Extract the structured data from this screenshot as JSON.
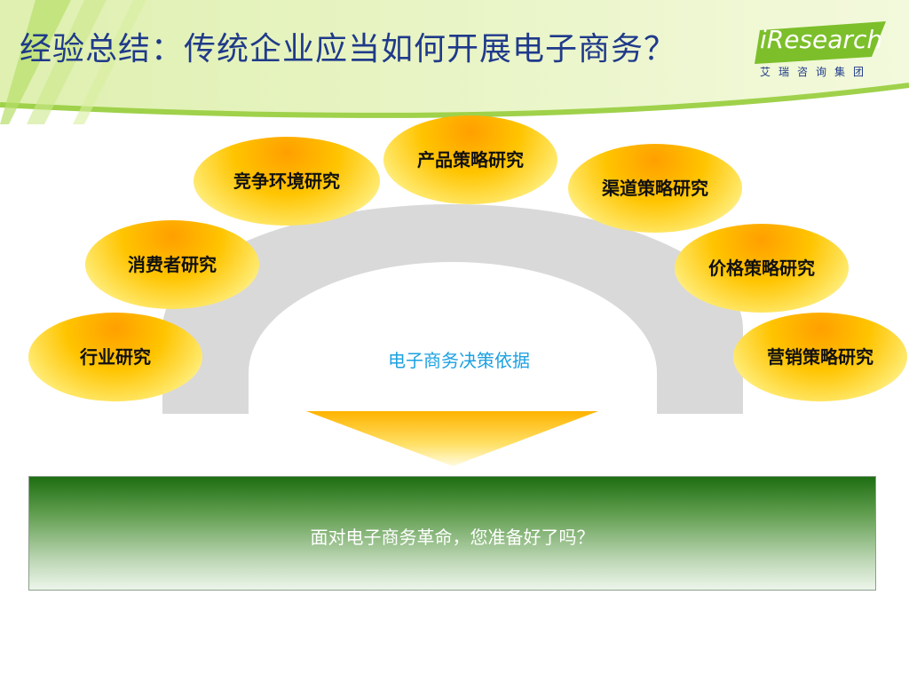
{
  "header": {
    "title": "经验总结：传统企业应当如何开展电子商务？",
    "logo_text": "iResearch",
    "logo_subtitle": "艾瑞咨询集团"
  },
  "diagram": {
    "center_label": "电子商务决策依据",
    "nodes": [
      {
        "id": "industry",
        "label": "行业研究"
      },
      {
        "id": "consumer",
        "label": "消费者研究"
      },
      {
        "id": "competition",
        "label": "竞争环境研究"
      },
      {
        "id": "product",
        "label": "产品策略研究"
      },
      {
        "id": "channel",
        "label": "渠道策略研究"
      },
      {
        "id": "price",
        "label": "价格策略研究"
      },
      {
        "id": "marketing",
        "label": "营销策略研究"
      }
    ]
  },
  "result": {
    "text": "面对电子商务革命，您准备好了吗？"
  },
  "colors": {
    "title": "#1f3a8a",
    "header_green": "#8cc63f",
    "bubble_yellow": "#ffc400",
    "arch_gray": "#d9d9d9",
    "center_label": "#1ba1e2",
    "result_green": "#1e6e12"
  }
}
